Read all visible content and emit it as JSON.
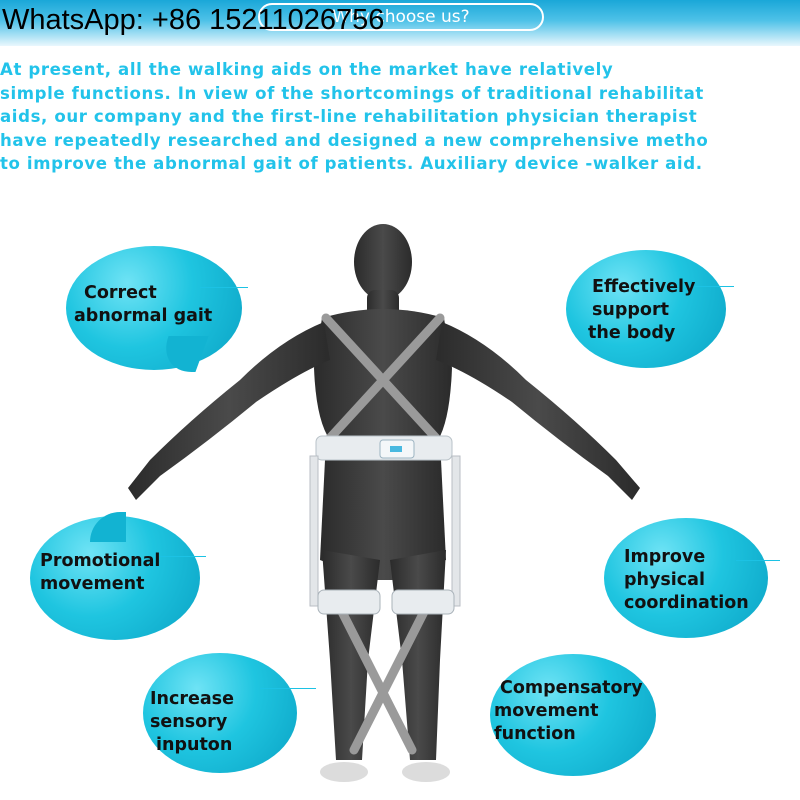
{
  "watermark": "WhatsApp: +86 15211026756",
  "header": {
    "pill_text": "Why choose us?"
  },
  "intro_lines": [
    "  At present, all the walking aids on the market have relatively",
    " simple functions. In view of the shortcomings of traditional rehabilitat",
    " aids, our company and the first-line rehabilitation physician therapist",
    " have repeatedly researched and designed a new comprehensive metho",
    "  to improve the abnormal gait of patients. Auxiliary device -walker aid."
  ],
  "features": {
    "correct_gait": [
      "Correct",
      "abnormal gait"
    ],
    "support_body": [
      "Effectively",
      "support",
      "the body"
    ],
    "promotional_movement": [
      "Promotional",
      "movement"
    ],
    "physical_coordination": [
      "Improve",
      "physical",
      "coordination"
    ],
    "sensory_input": [
      "Increase",
      "sensory",
      "inputon"
    ],
    "compensatory_movement": [
      "Compensatory",
      "movement",
      "function"
    ]
  },
  "colors": {
    "accent": "#22c3ea",
    "bubble": "#1fc5e0",
    "figure": "#3a3a3a",
    "strap": "#9a9a9a"
  }
}
